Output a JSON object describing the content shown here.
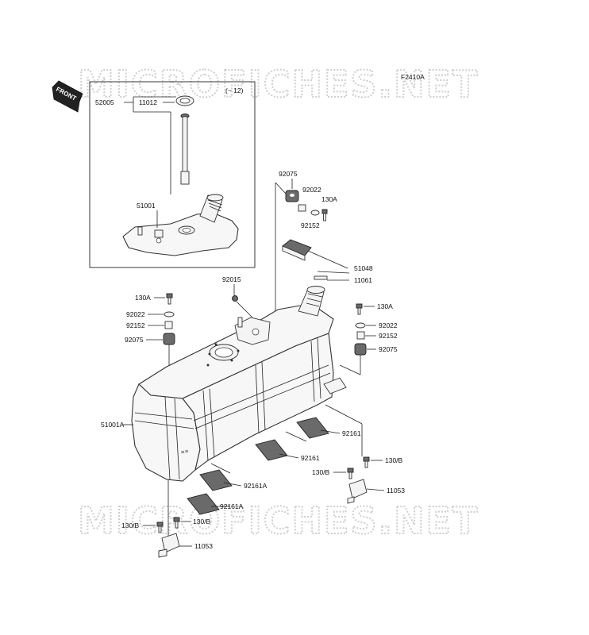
{
  "watermark": {
    "top": "MICROFICHES.NET",
    "bottom": "MICROFICHES.NET"
  },
  "figure_code": "F2410A",
  "front_arrow": "FRONT",
  "inset": {
    "range_note": "(~ 12)",
    "assembly_no": "52005",
    "cap_no": "11012",
    "tank_no": "51001"
  },
  "labels": {
    "p92075_top": "92075",
    "p92022_top": "92022",
    "p130A_top": "130A",
    "p92152_top": "92152",
    "p51048": "51048",
    "p11061": "11061",
    "p92015": "92015",
    "p130A_left": "130A",
    "p92022_left": "92022",
    "p92152_left": "92152",
    "p92075_left": "92075",
    "p130A_right": "130A",
    "p92022_right": "92022",
    "p92152_right": "92152",
    "p92075_right": "92075",
    "p51001A": "51001A",
    "p92161_a": "92161",
    "p92161_b": "92161",
    "p92161A_a": "92161A",
    "p92161A_b": "92161A",
    "p130B_r1": "130/B",
    "p130B_r2": "130/B",
    "p11053_r": "11053",
    "p130B_l1": "130/B",
    "p130B_l2": "130/B",
    "p11053_l": "11053"
  }
}
